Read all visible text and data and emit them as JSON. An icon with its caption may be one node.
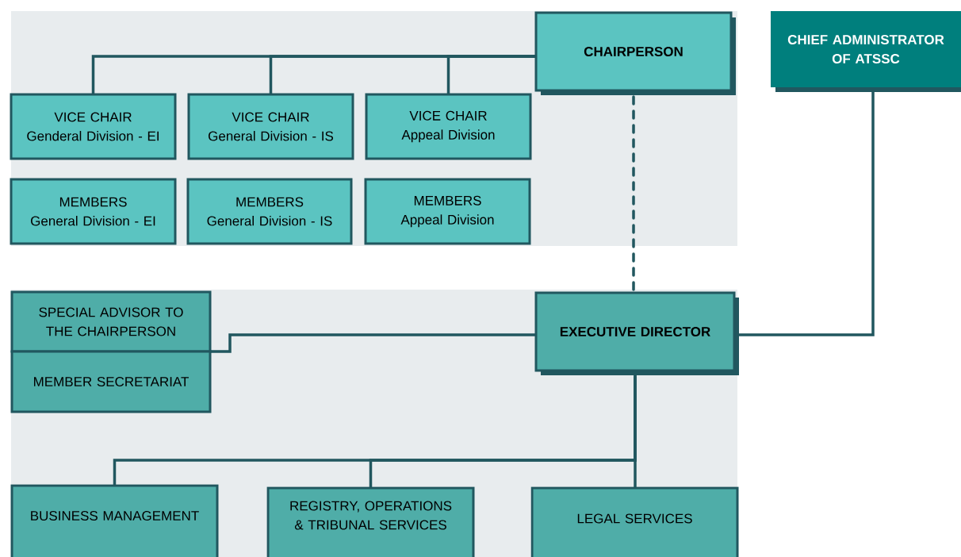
{
  "diagram": {
    "nodes": [
      {
        "text": [
          "CHAIRPERSON"
        ]
      },
      {
        "text": [
          "CHIEF ADMINISTRATOR OF ATSSC"
        ]
      },
      {
        "text": [
          "VICE CHAIR",
          "Genderal Division - EI"
        ]
      },
      {
        "text": [
          "VICE CHAIR",
          "General Division - IS"
        ]
      },
      {
        "text": [
          "VICE CHAIR",
          "Appeal Division"
        ]
      },
      {
        "text": [
          "MEMBERS",
          "General Division - EI"
        ]
      },
      {
        "text": [
          "MEMBERS",
          "General Division - IS"
        ]
      },
      {
        "text": [
          "MEMBERS",
          "Appeal Division"
        ]
      },
      {
        "text": [
          "SPECIAL ADVISOR TO THE CHAIRPERSON"
        ]
      },
      {
        "text": [
          "MEMBER SECRETARIAT"
        ]
      },
      {
        "text": [
          "EXECUTIVE DIRECTOR"
        ]
      },
      {
        "text": [
          "BUSINESS MANAGEMENT"
        ]
      },
      {
        "text": [
          "REGISTRY, OPERATIONS & TRIBUNAL SERVICES"
        ]
      },
      {
        "text": [
          "LEGAL SERVICES"
        ]
      }
    ],
    "edges": [
      {
        "from": 0,
        "to": 2,
        "arrow": "none"
      },
      {
        "from": 0,
        "to": 3,
        "arrow": "none"
      },
      {
        "from": 0,
        "to": 4,
        "arrow": "none"
      },
      {
        "from": 0,
        "to": 10,
        "arrow": "none",
        "style": "dashed"
      },
      {
        "from": 1,
        "to": 10,
        "arrow": "none"
      },
      {
        "from": 10,
        "to": 8,
        "arrow": "none"
      },
      {
        "from": 10,
        "to": 11,
        "arrow": "none"
      },
      {
        "from": 10,
        "to": 12,
        "arrow": "none"
      },
      {
        "from": 10,
        "to": 13,
        "arrow": "none"
      }
    ]
  }
}
